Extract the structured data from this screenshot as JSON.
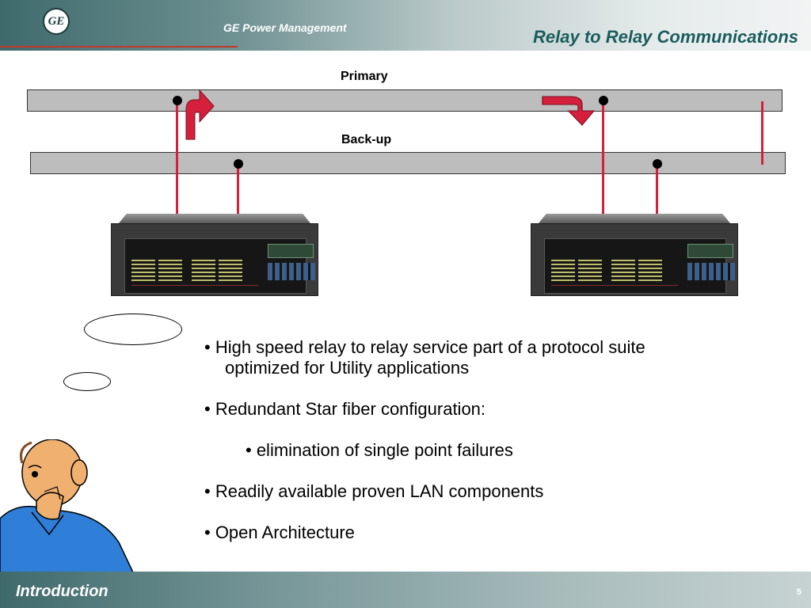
{
  "header": {
    "logo_text": "GE",
    "brand": "GE Power Management",
    "title": "Relay to Relay Communications"
  },
  "diagram": {
    "primary_label": "Primary",
    "backup_label": "Back-up"
  },
  "bullets": [
    {
      "line1": "• High speed relay to relay service part of a protocol suite",
      "line2": "optimized for Utility applications"
    },
    {
      "line1": "• Redundant Star fiber configuration:"
    },
    {
      "line1": "• elimination of  single point failures",
      "sub": true
    },
    {
      "line1": "• Readily available proven LAN components"
    },
    {
      "line1": "• Open Architecture"
    }
  ],
  "footer": {
    "section": "Introduction",
    "page": "5"
  },
  "colors": {
    "accent_teal": "#1a5c5c",
    "fiber_red": "#d4203c",
    "bus_gray": "#bdbdbd"
  }
}
